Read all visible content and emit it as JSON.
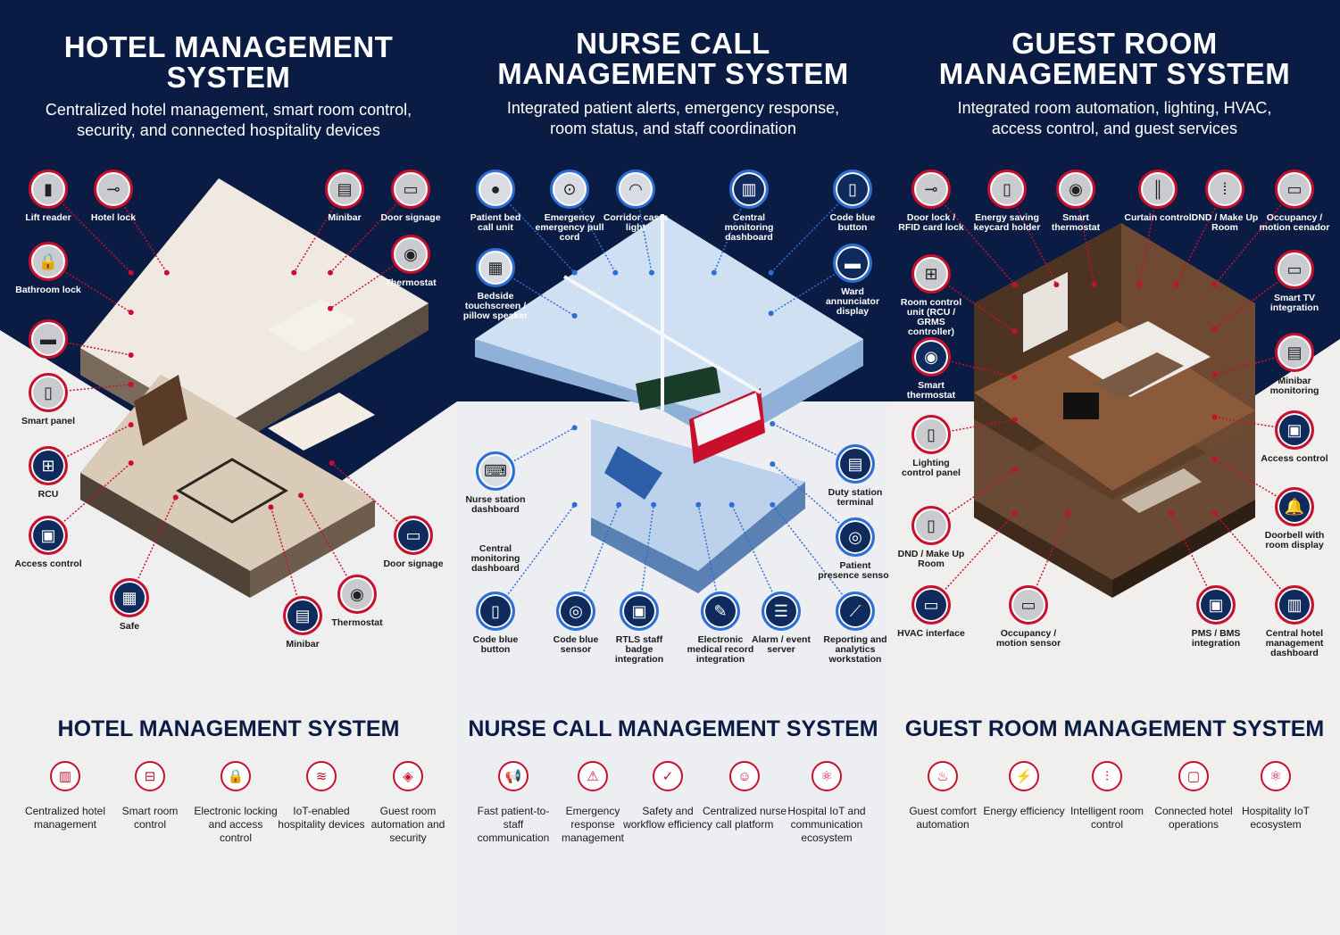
{
  "panels": [
    {
      "title": "HOTEL MANAGEMENT SYSTEM",
      "title_l1": "HOTEL MANAGEMENT",
      "title_l2": "SYSTEM",
      "subtitle_l1": "Centralized hotel management, smart room control,",
      "subtitle_l2": "security, and connected hospitality devices",
      "devices": [
        {
          "label": "Lift reader",
          "icon": "card-reader-icon"
        },
        {
          "label": "Hotel lock",
          "icon": "door-lock-icon"
        },
        {
          "label": "Minibar",
          "icon": "minibar-icon"
        },
        {
          "label": "Door signage",
          "icon": "door-signage-icon"
        },
        {
          "label": "Thermostat",
          "icon": "thermostat-icon"
        },
        {
          "label": "Bathroom lock",
          "icon": "padlock-icon"
        },
        {
          "label": "",
          "icon": "switch-icon"
        },
        {
          "label": "Smart panel",
          "icon": "smart-panel-icon"
        },
        {
          "label": "RCU",
          "icon": "rcu-icon"
        },
        {
          "label": "Access control",
          "icon": "access-control-icon"
        },
        {
          "label": "Safe",
          "icon": "safe-icon"
        },
        {
          "label": "Minibar",
          "icon": "minibar-icon"
        },
        {
          "label": "Thermostat",
          "icon": "thermostat-icon"
        },
        {
          "label": "Door signage",
          "icon": "door-signage-icon"
        }
      ],
      "features": [
        {
          "label": "Centralized hotel management",
          "icon": "building-icon"
        },
        {
          "label": "Smart room control",
          "icon": "bed-icon"
        },
        {
          "label": "Electronic locking and access control",
          "icon": "lock-icon"
        },
        {
          "label": "IoT-enabled hospitality devices",
          "icon": "wifi-icon"
        },
        {
          "label": "Guest room automation and security",
          "icon": "shield-icon"
        }
      ]
    },
    {
      "title": "NURSE CALL MANAGEMENT SYSTEM",
      "title_l1": "NURSE CALL",
      "title_l2": "MANAGEMENT SYSTEM",
      "subtitle_l1": "Integrated patient alerts, emergency response,",
      "subtitle_l2": "room status, and staff coordination",
      "devices": [
        {
          "label": "Patient bed call unit",
          "icon": "call-button-icon"
        },
        {
          "label": "Emergency emergency pull cord",
          "icon": "pull-cord-icon"
        },
        {
          "label": "Corridor casrs light",
          "icon": "corridor-light-icon"
        },
        {
          "label": "Central monitoring dashboard",
          "icon": "dashboard-icon"
        },
        {
          "label": "Code blue button",
          "icon": "handset-icon"
        },
        {
          "label": "Bedside touchscreen / pillow speaker",
          "icon": "touchscreen-icon"
        },
        {
          "label": "Ward annunciator display",
          "icon": "annunciator-icon"
        },
        {
          "label": "Nurse station dashboard",
          "icon": "laptop-icon"
        },
        {
          "label": "Central monitoring dashboard",
          "icon": ""
        },
        {
          "label": "Duty station terminal",
          "icon": "terminal-icon"
        },
        {
          "label": "Patient presence sensor",
          "icon": "sensor-icon"
        },
        {
          "label": "Code blue button",
          "icon": "phone-icon"
        },
        {
          "label": "Code blue sensor",
          "icon": "sensor-icon"
        },
        {
          "label": "RTLS staff badge integration",
          "icon": "badge-icon"
        },
        {
          "label": "Electronic medical record integration",
          "icon": "document-icon"
        },
        {
          "label": "Alarm / event server",
          "icon": "server-icon"
        },
        {
          "label": "Reporting and analytics workstation",
          "icon": "chart-icon"
        }
      ],
      "features": [
        {
          "label": "Fast patient-to-staff communication",
          "icon": "megaphone-icon"
        },
        {
          "label": "Emergency response management",
          "icon": "alarm-light-icon"
        },
        {
          "label": "Safety and workflow efficiency",
          "icon": "shield-check-icon"
        },
        {
          "label": "Centralized nurse call platform",
          "icon": "nurse-icon"
        },
        {
          "label": "Hospital IoT and communication ecosystem",
          "icon": "atom-icon"
        }
      ]
    },
    {
      "title": "GUEST ROOM MANAGEMENT SYSTEM",
      "title_l1": "GUEST ROOM",
      "title_l2": "MANAGEMENT SYSTEM",
      "subtitle_l1": "Integrated room automation, lighting, HVAC,",
      "subtitle_l2": "access control, and guest services",
      "devices": [
        {
          "label": "Door lock / RFID card lock",
          "icon": "door-lock-icon"
        },
        {
          "label": "Energy saving keycard holder",
          "icon": "keycard-holder-icon"
        },
        {
          "label": "Smart thermostat",
          "icon": "thermostat-icon"
        },
        {
          "label": "Curtain control",
          "icon": "curtain-icon"
        },
        {
          "label": "DND / Make Up Room",
          "icon": "keypad-icon"
        },
        {
          "label": "Occupancy / motion cenador",
          "icon": "motion-sensor-icon"
        },
        {
          "label": "Room control unit (RCU / GRMS controller)",
          "icon": "rcu-icon"
        },
        {
          "label": "Smart TV integration",
          "icon": "tv-icon"
        },
        {
          "label": "Smart thermostat",
          "icon": "thermostat-icon"
        },
        {
          "label": "Minibar monitoring",
          "icon": "minibar-icon"
        },
        {
          "label": "Lighting control panel",
          "icon": "lighting-panel-icon"
        },
        {
          "label": "Access control",
          "icon": "access-control-icon"
        },
        {
          "label": "DND / Make Up Room",
          "icon": "dnd-panel-icon"
        },
        {
          "label": "Doorbell with room display",
          "icon": "bell-icon"
        },
        {
          "label": "HVAC interface",
          "icon": "hvac-icon"
        },
        {
          "label": "Occupancy / motion sensor",
          "icon": "motion-sensor-icon"
        },
        {
          "label": "PMS / BMS integration",
          "icon": "pms-icon"
        },
        {
          "label": "Central hotel management dashboard",
          "icon": "dashboard-icon"
        }
      ],
      "features": [
        {
          "label": "Guest comfort automation",
          "icon": "hand-flame-icon"
        },
        {
          "label": "Energy efficiency",
          "icon": "lightning-icon"
        },
        {
          "label": "Intelligent room control",
          "icon": "sliders-icon"
        },
        {
          "label": "Connected hotel operations",
          "icon": "chat-icon"
        },
        {
          "label": "Hospitality IoT ecosystem",
          "icon": "atom-icon"
        }
      ]
    }
  ],
  "colors": {
    "navy": "#0b1c44",
    "red": "#c8102e",
    "blue": "#2b6fd6"
  }
}
